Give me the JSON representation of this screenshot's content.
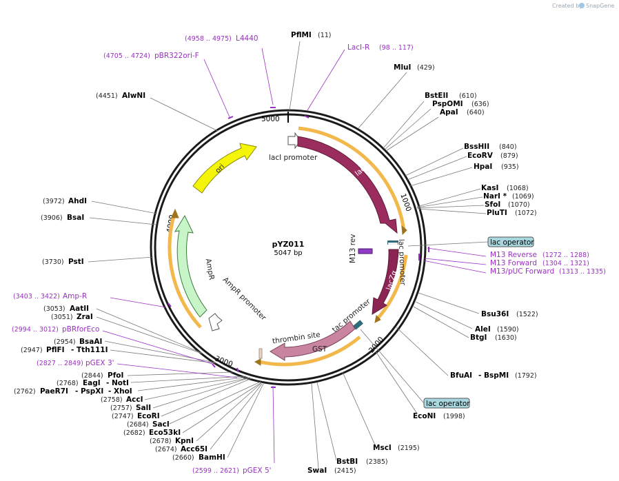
{
  "credit": "Created by",
  "brand": "SnapGene",
  "plasmid": {
    "name": "pYZ011",
    "size": "5047 bp"
  },
  "ticks": [
    "1000",
    "2000",
    "3000",
    "4000",
    "5000"
  ],
  "features": {
    "laci_promoter": "lacI promoter",
    "laci": "lacI",
    "lac_promoter": "lac promoter",
    "m13_rev": "M13 rev",
    "lacza": "lacZα",
    "tac_promoter": "tac promoter",
    "thrombin_site": "thrombin site",
    "gst": "GST",
    "ori": "ori",
    "ampr": "AmpR",
    "ampr_promoter": "AmpR promoter"
  },
  "operators": [
    "lac operator",
    "lac operator"
  ],
  "enzymes": {
    "pfimi": {
      "name": "PflMI",
      "pos": "(11)"
    },
    "mlui": {
      "name": "MluI",
      "pos": "(429)"
    },
    "bsteii": {
      "name": "BstEII",
      "pos": "(610)"
    },
    "pspomi": {
      "name": "PspOMI",
      "pos": "(636)"
    },
    "apai": {
      "name": "ApaI",
      "pos": "(640)"
    },
    "bsshii": {
      "name": "BssHII",
      "pos": "(840)"
    },
    "ecorv": {
      "name": "EcoRV",
      "pos": "(879)"
    },
    "hpai": {
      "name": "HpaI",
      "pos": "(935)"
    },
    "kasi": {
      "name": "KasI",
      "pos": "(1068)"
    },
    "nari": {
      "name": "NarI *",
      "pos": "(1069)"
    },
    "sfoi": {
      "name": "SfoI",
      "pos": "(1070)"
    },
    "pluti": {
      "name": "PluTI",
      "pos": "(1072)"
    },
    "bsu36i": {
      "name": "Bsu36I",
      "pos": "(1522)"
    },
    "alei": {
      "name": "AleI",
      "pos": "(1590)"
    },
    "btgi": {
      "name": "BtgI",
      "pos": "(1630)"
    },
    "bfuai": {
      "name": "BfuAI",
      "name2": "- BspMI",
      "pos": "(1792)"
    },
    "econi": {
      "name": "EcoNI",
      "pos": "(1998)"
    },
    "msci": {
      "name": "MscI",
      "pos": "(2195)"
    },
    "bstbi": {
      "name": "BstBI",
      "pos": "(2385)"
    },
    "swai": {
      "name": "SwaI",
      "pos": "(2415)"
    },
    "alwni": {
      "name": "AlwNI",
      "pos": "(4451)"
    },
    "ahdi": {
      "name": "AhdI",
      "pos": "(3972)"
    },
    "bsai": {
      "name": "BsaI",
      "pos": "(3906)"
    },
    "psti": {
      "name": "PstI",
      "pos": "(3730)"
    },
    "aatii": {
      "name": "AatII",
      "pos": "(3053)"
    },
    "zrai": {
      "name": "ZraI",
      "pos": "(3051)"
    },
    "bsaai": {
      "name": "BsaAI",
      "pos": "(2954)"
    },
    "pflfi": {
      "name": "PflFI",
      "name2": "- Tth111I",
      "pos": "(2947)"
    },
    "pfoi": {
      "name": "PfoI",
      "pos": "(2844)"
    },
    "eagi": {
      "name": "EagI",
      "name2": "- NotI",
      "pos": "(2768)"
    },
    "paer7i": {
      "name": "PaeR7I",
      "name2": "- PspXI",
      "name3": "- XhoI",
      "pos": "(2762)"
    },
    "acci": {
      "name": "AccI",
      "pos": "(2758)"
    },
    "sali": {
      "name": "SalI",
      "pos": "(2757)"
    },
    "ecori": {
      "name": "EcoRI",
      "pos": "(2747)"
    },
    "saci": {
      "name": "SacI",
      "pos": "(2684)"
    },
    "eco53ki": {
      "name": "Eco53kI",
      "pos": "(2682)"
    },
    "kpni": {
      "name": "KpnI",
      "pos": "(2678)"
    },
    "acc65i": {
      "name": "Acc65I",
      "pos": "(2674)"
    },
    "bamhi": {
      "name": "BamHI",
      "pos": "(2660)"
    }
  },
  "primers": {
    "l4440": {
      "name": "L4440",
      "range": "(4958 .. 4975)"
    },
    "pbr322ori": {
      "name": "pBR322ori-F",
      "range": "(4705 .. 4724)"
    },
    "laci_r": {
      "name": "LacI-R",
      "range": "(98 .. 117)"
    },
    "m13_reverse": {
      "name": "M13 Reverse",
      "range": "(1272 .. 1288)"
    },
    "m13_forward": {
      "name": "M13 Forward",
      "range": "(1304 .. 1321)"
    },
    "m13_puc": {
      "name": "M13/pUC Forward",
      "range": "(1313 .. 1335)"
    },
    "amp_r": {
      "name": "Amp-R",
      "range": "(3403 .. 3422)"
    },
    "pbrforeco": {
      "name": "pBRforEco",
      "range": "(2994 .. 3012)"
    },
    "pgex3": {
      "name": "pGEX 3'",
      "range": "(2827 .. 2849)"
    },
    "pgex5": {
      "name": "pGEX 5'",
      "range": "(2599 .. 2621)"
    }
  },
  "colors": {
    "laci": "#9b2c5e",
    "lacza": "#8c2453",
    "gst": "#c9859f",
    "ori": "#f5f50a",
    "ampr": "#c8f5c8",
    "primer": "#9a2fc4",
    "orange": "#f2b84b",
    "operator": "#a9d7e0"
  }
}
